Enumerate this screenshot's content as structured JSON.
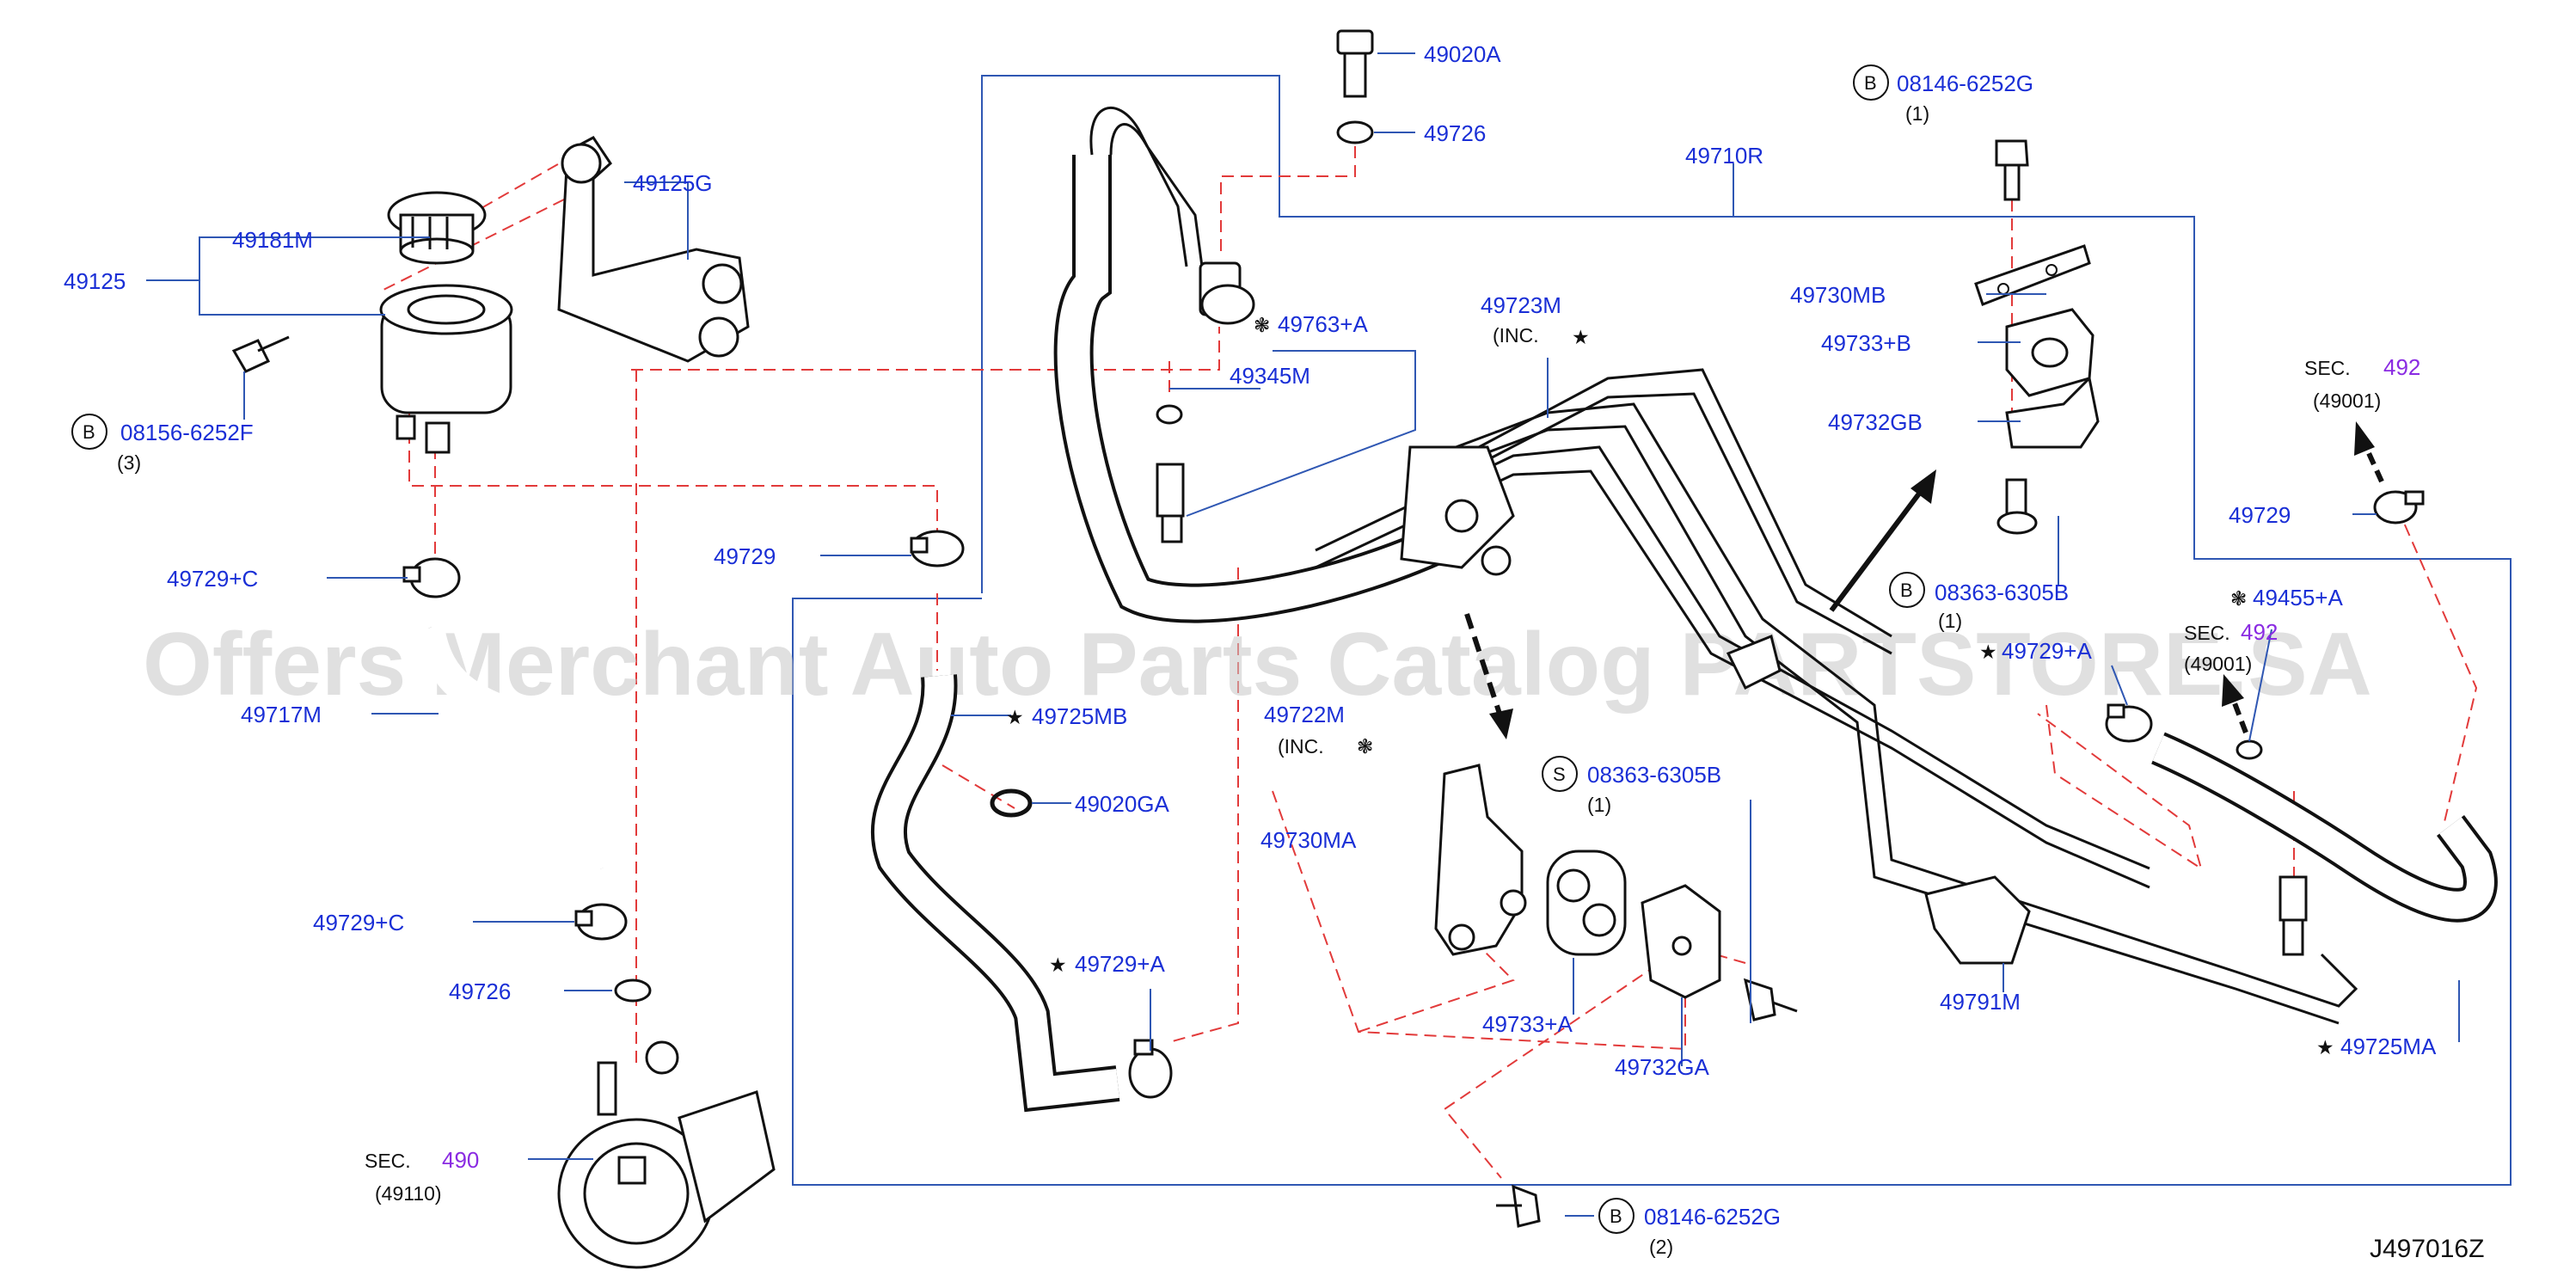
{
  "diagram_code": "J497016Z",
  "watermark": "Offers Merchant Auto Parts Catalog PARTSTORE.SA",
  "labels": {
    "p49125": "49125",
    "p49181M": "49181M",
    "p49125G": "49125G",
    "p08156": "08156-6252F",
    "q3": "(3)",
    "p49729C_top": "49729+C",
    "p49717M": "49717M",
    "p49729C_bot": "49729+C",
    "p49726_left": "49726",
    "sec_left": "SEC.",
    "sec_left_num": "490",
    "sec_left_sub": "(49110)",
    "p49020A": "49020A",
    "p49726_top": "49726",
    "p49763A": "49763+A",
    "p49345M": "49345M",
    "p49729": "49729",
    "p49725MB": "49725MB",
    "p49020GA": "49020GA",
    "p49729A": "49729+A",
    "p49722M": "49722M",
    "inc_49722": "(INC.",
    "p49723M": "49723M",
    "inc_49723": "(INC.",
    "p49710R": "49710R",
    "p08146_top": "08146-6252G",
    "q1_top": "(1)",
    "p49730MB": "49730MB",
    "p49733B": "49733+B",
    "p49732GB": "49732GB",
    "p08363_B": "08363-6305B",
    "q1_mid": "(1)",
    "p49455A": "49455+A",
    "p49729A_right": "49729+A",
    "sec_right_mid": "SEC.",
    "sec_right_mid_num": "492",
    "sec_right_mid_sub": "(49001)",
    "sec_right_top": "SEC.",
    "sec_right_top_num": "492",
    "sec_right_top_sub": "(49001)",
    "p49729_right": "49729",
    "p08363_S": "08363-6305B",
    "q1_s": "(1)",
    "p49730MA": "49730MA",
    "p49733A": "49733+A",
    "p49732GA": "49732GA",
    "p49791M": "49791M",
    "p49725MA": "49725MA",
    "p08146_bot": "08146-6252G",
    "q2_bot": "(2)"
  },
  "markers": {
    "b_circle": "B",
    "s_circle": "S",
    "star": "★",
    "flower": "❃"
  }
}
